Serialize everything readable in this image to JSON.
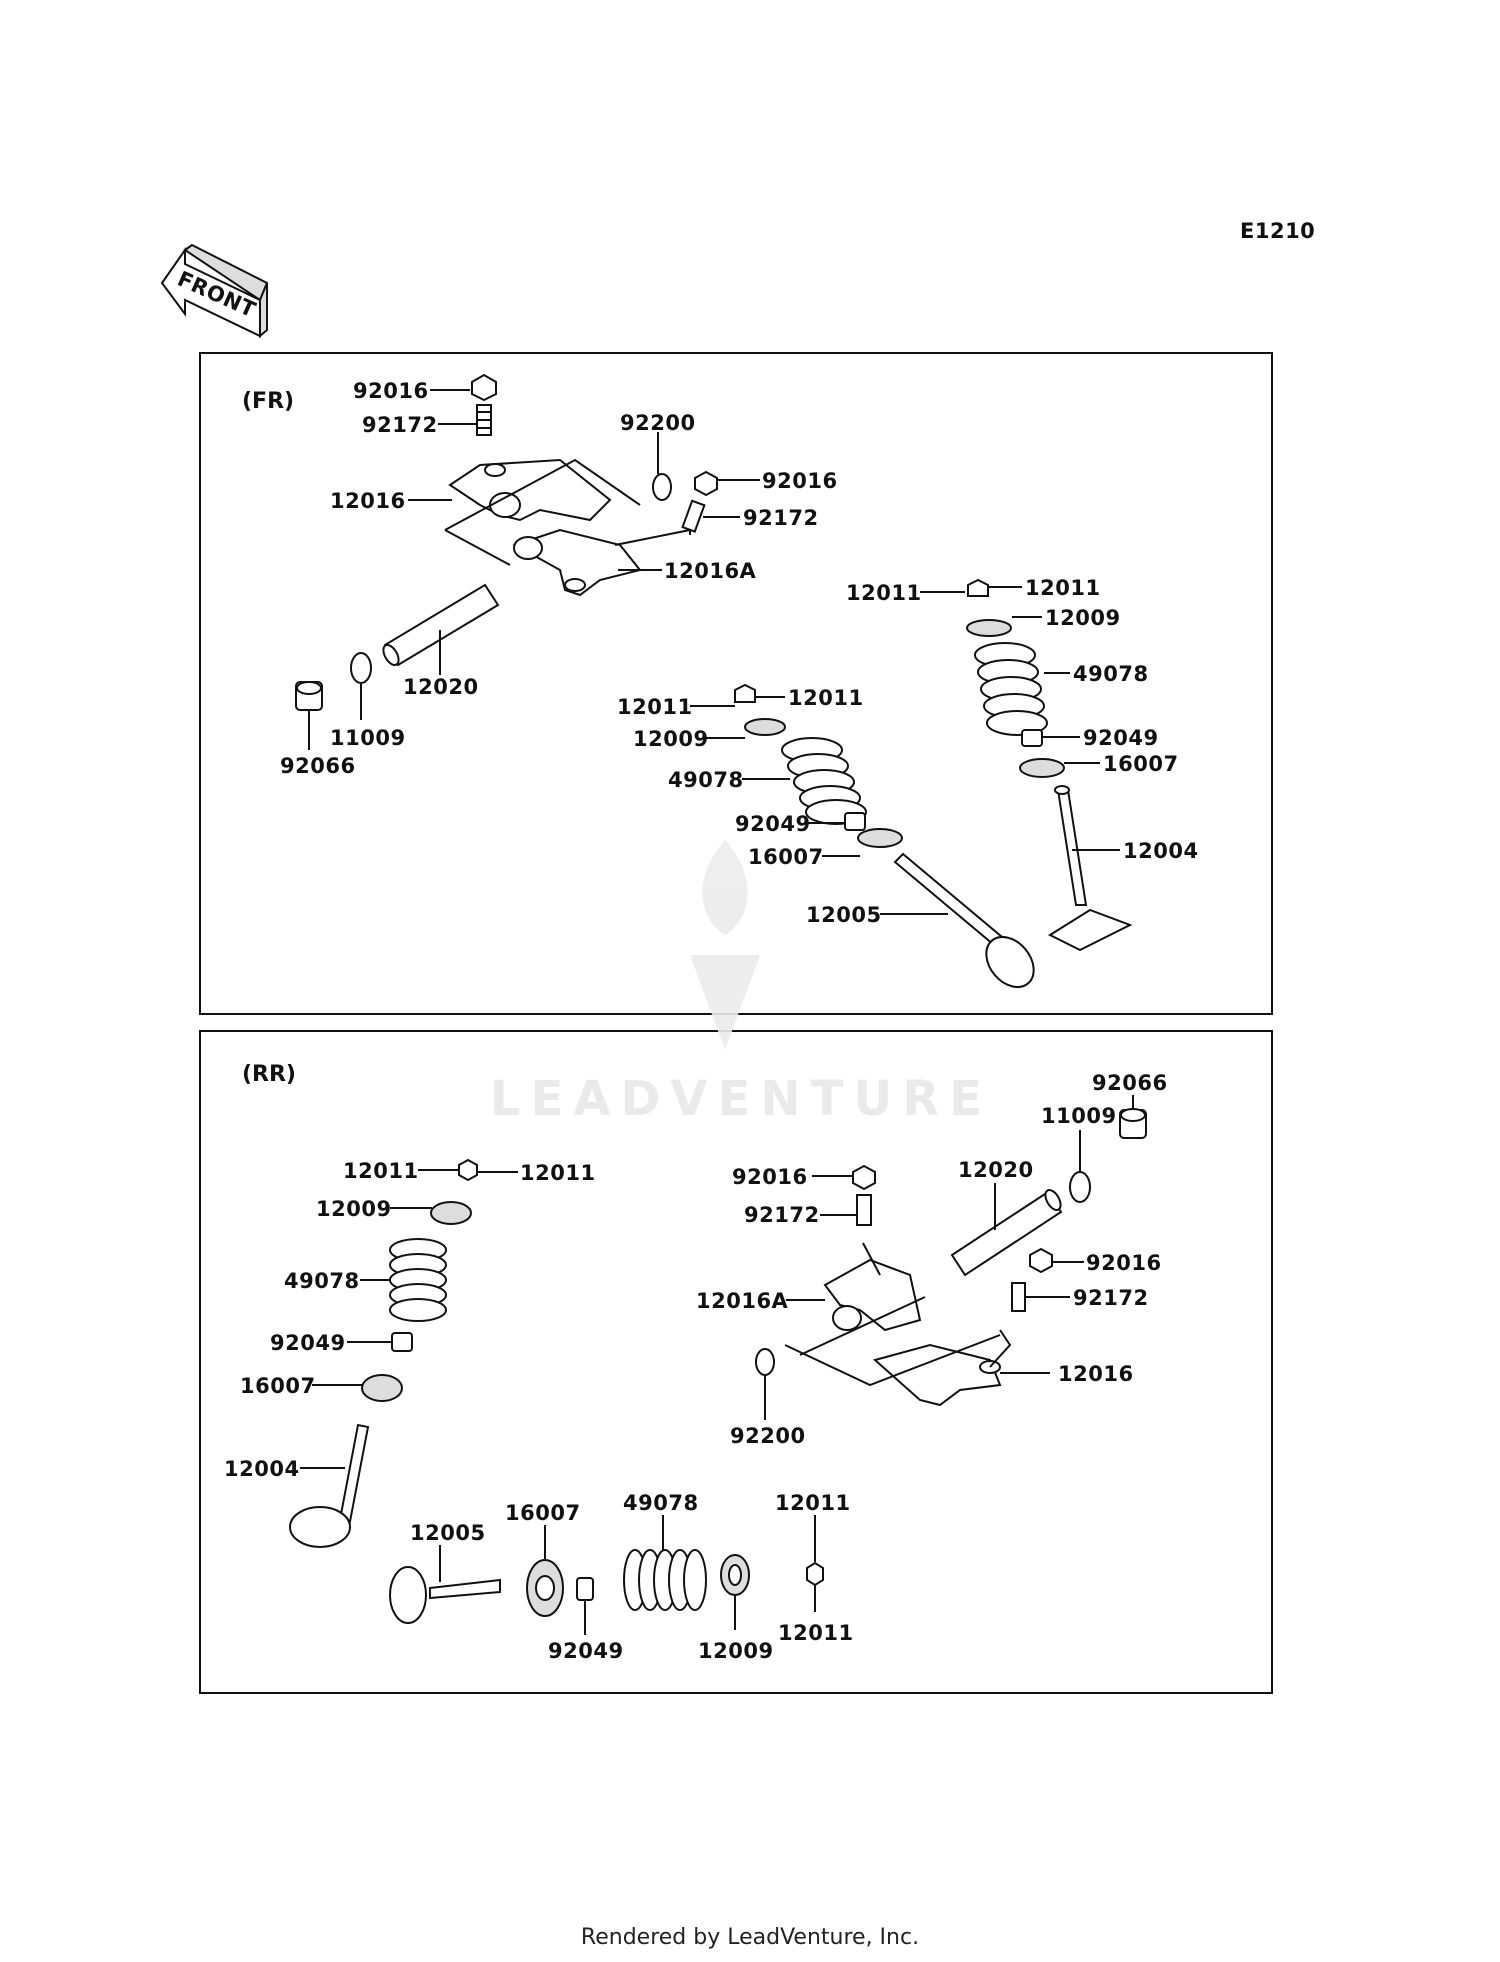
{
  "diagram_code": "E1210",
  "front_arrow_text": "FRONT",
  "sections": [
    {
      "id": "fr",
      "title": "(FR)"
    },
    {
      "id": "rr",
      "title": "(RR)"
    }
  ],
  "watermark": "LEADVENTURE",
  "footer": "Rendered by LeadVenture, Inc.",
  "fr_labels": [
    "92016",
    "92172",
    "92200",
    "92016",
    "92172",
    "12016",
    "12016A",
    "12020",
    "11009",
    "92066",
    "12011",
    "12011",
    "12009",
    "49078",
    "92049",
    "16007",
    "12004",
    "12011",
    "12011",
    "12009",
    "49078",
    "92049",
    "16007",
    "12005"
  ],
  "rr_labels": [
    "92066",
    "11009",
    "12020",
    "92016",
    "92172",
    "12011",
    "12011",
    "12009",
    "49078",
    "92049",
    "16007",
    "12004",
    "12016A",
    "92016",
    "92172",
    "12016",
    "92200",
    "12005",
    "16007",
    "49078",
    "12011",
    "92049",
    "12009",
    "12011"
  ]
}
